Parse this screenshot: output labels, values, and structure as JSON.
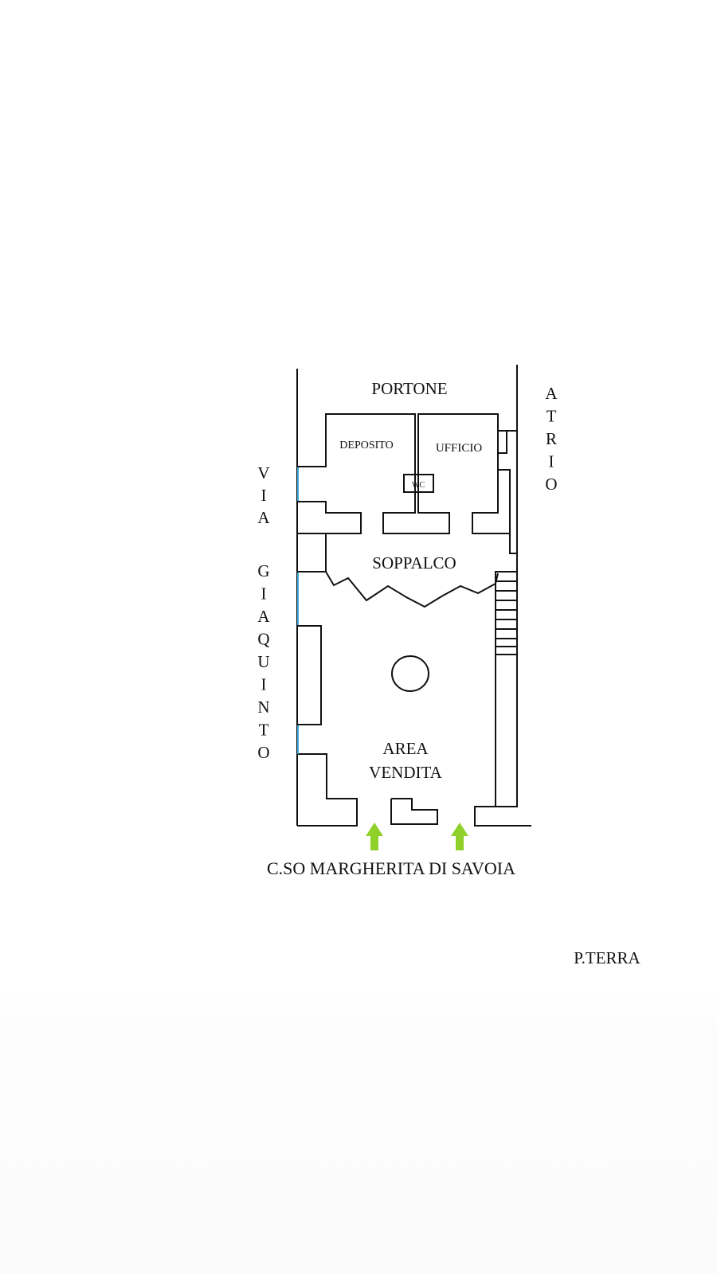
{
  "plan": {
    "labels": {
      "portone": "PORTONE",
      "deposito": "DEPOSITO",
      "ufficio": "UFFICIO",
      "wc": "WC",
      "soppalco": "SOPPALCO",
      "area_vendita_line1": "AREA",
      "area_vendita_line2": "VENDITA",
      "street_bottom": "C.SO MARGHERITA DI SAVOIA",
      "floor": "P.TERRA"
    },
    "vertical_labels": {
      "via": "VIA",
      "giaquinto": "GIAQUINTO",
      "atrio": "ATRIO"
    },
    "colors": {
      "walls": "#111111",
      "windows": "#3aa6d6",
      "entrance_arrows": "#8fd12a"
    }
  }
}
